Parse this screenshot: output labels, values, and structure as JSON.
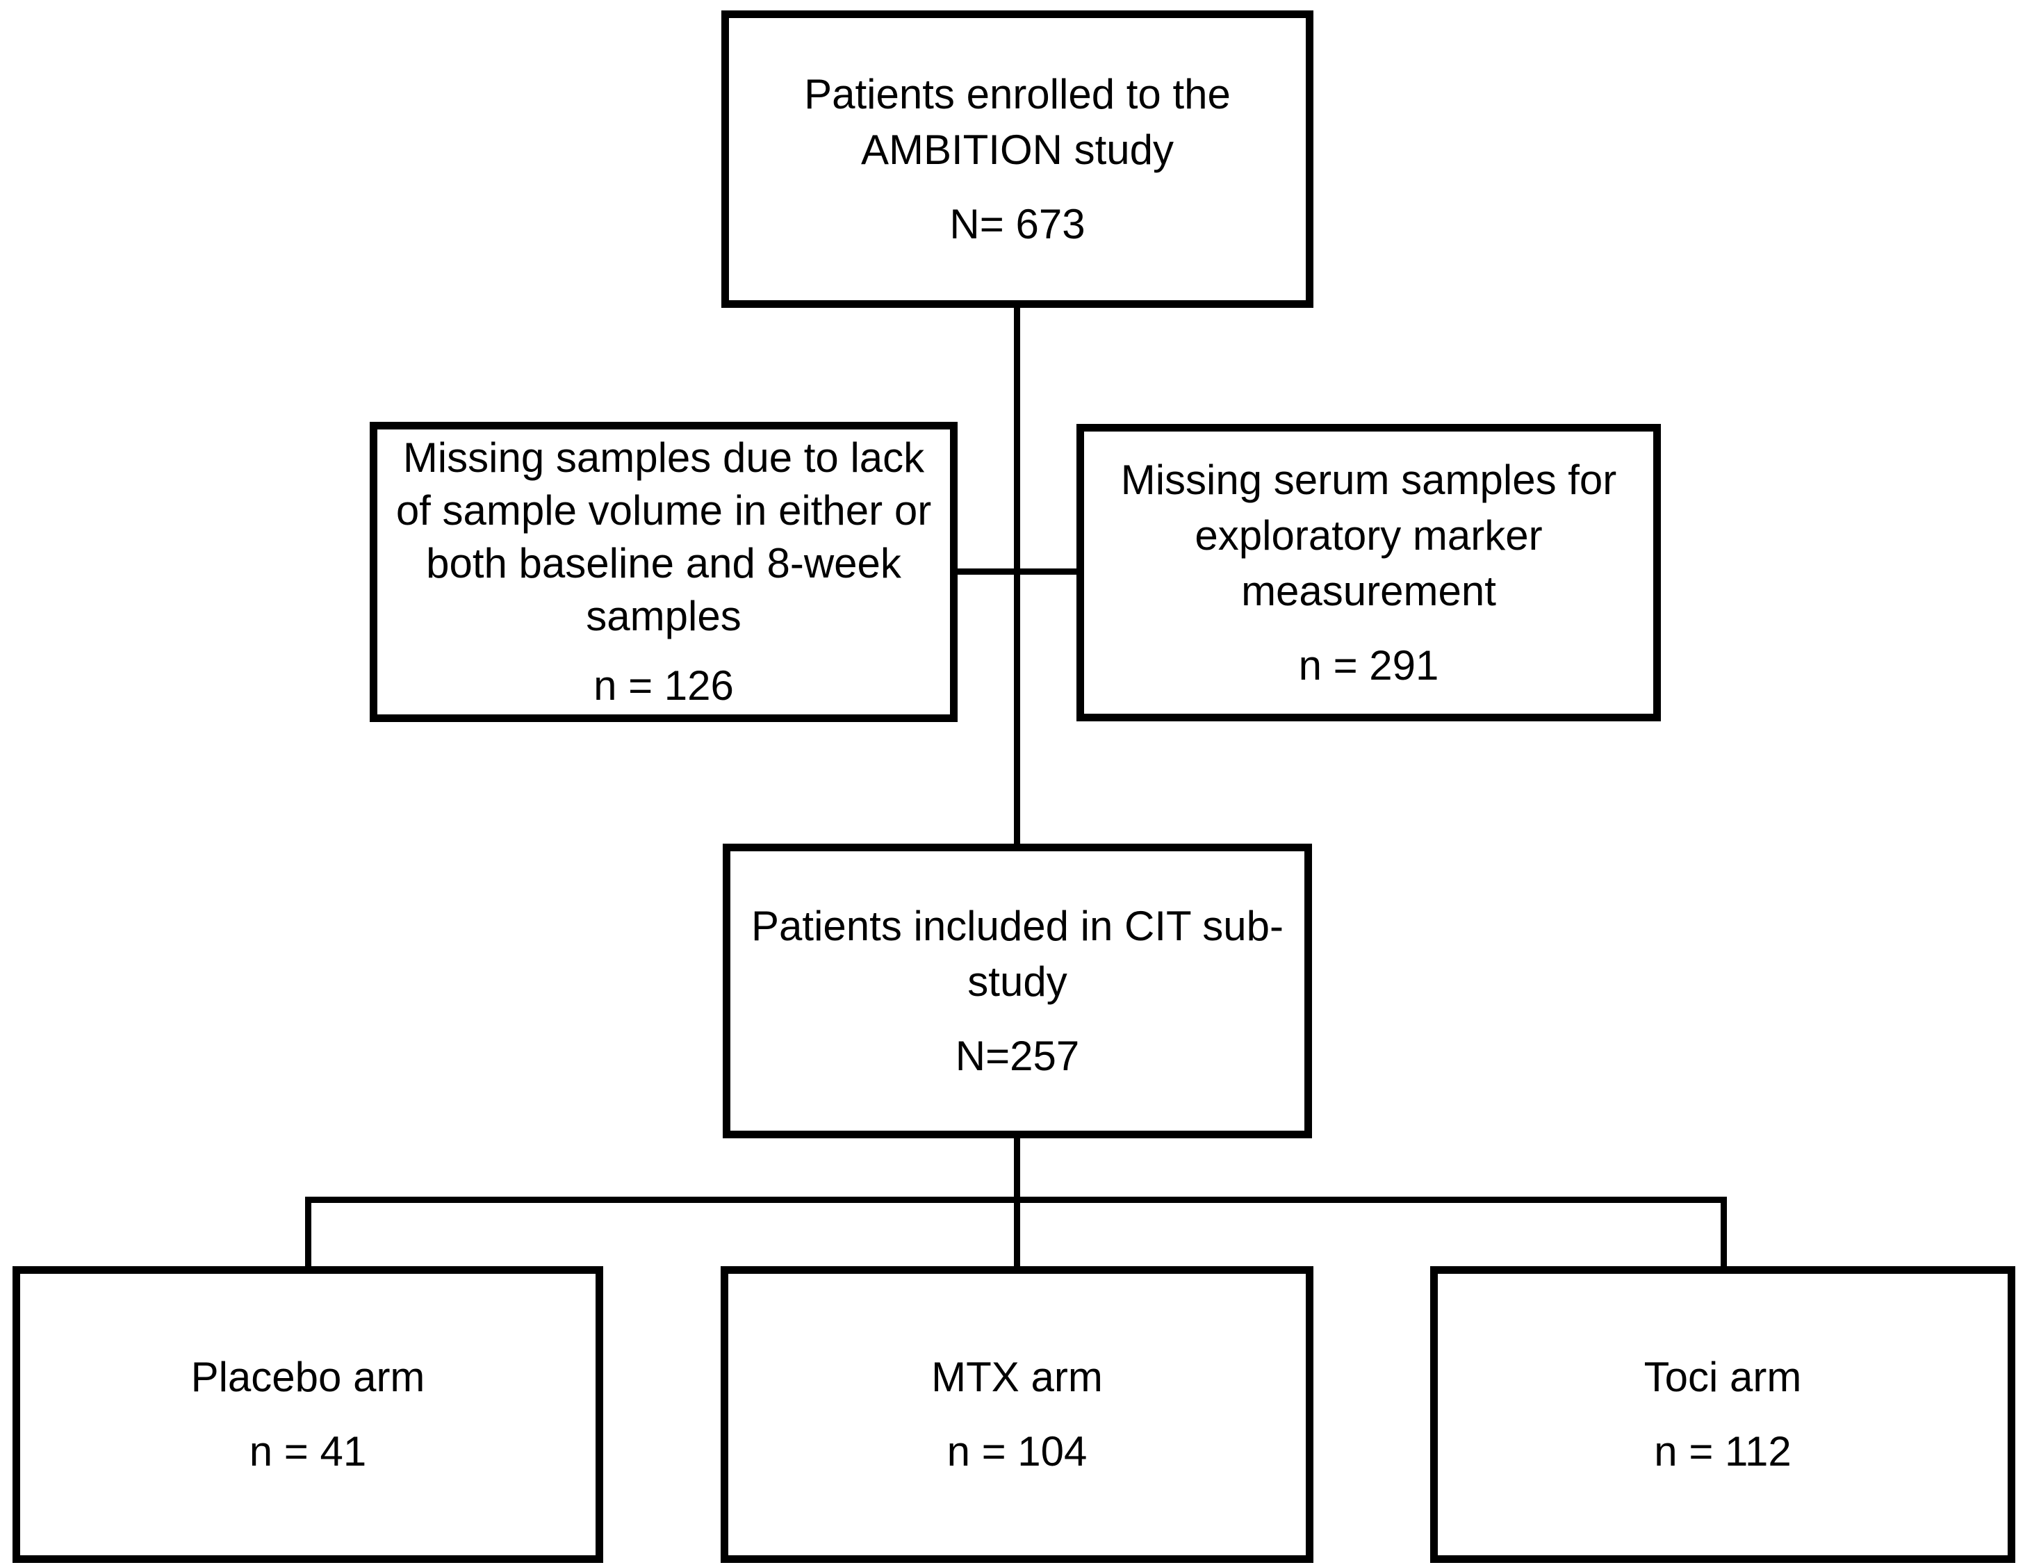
{
  "figure": {
    "background": "#ffffff",
    "line_color": "#000000",
    "description": "Patient flow diagram of the AMBITION study CIT sub-study"
  },
  "boxes": {
    "enrolled": {
      "title_lines": [
        "Patients enrolled to the",
        "AMBITION study"
      ],
      "n_label": "N= 673"
    },
    "missing_volume": {
      "title_lines": [
        "Missing samples due to lack",
        "of sample volume in either or",
        "both baseline and 8-week",
        "samples"
      ],
      "n_label": "n = 126"
    },
    "missing_serum": {
      "title_lines": [
        "Missing serum samples for",
        "exploratory marker",
        "measurement"
      ],
      "n_label": "n = 291"
    },
    "cit_substudy": {
      "title_lines": [
        "Patients included in CIT sub-",
        "study"
      ],
      "n_label": "N=257"
    },
    "placebo_arm": {
      "title_lines": [
        "Placebo arm"
      ],
      "n_label": "n = 41"
    },
    "mtx_arm": {
      "title_lines": [
        "MTX arm"
      ],
      "n_label": "n = 104"
    },
    "toci_arm": {
      "title_lines": [
        "Toci arm"
      ],
      "n_label": "n = 112"
    }
  }
}
